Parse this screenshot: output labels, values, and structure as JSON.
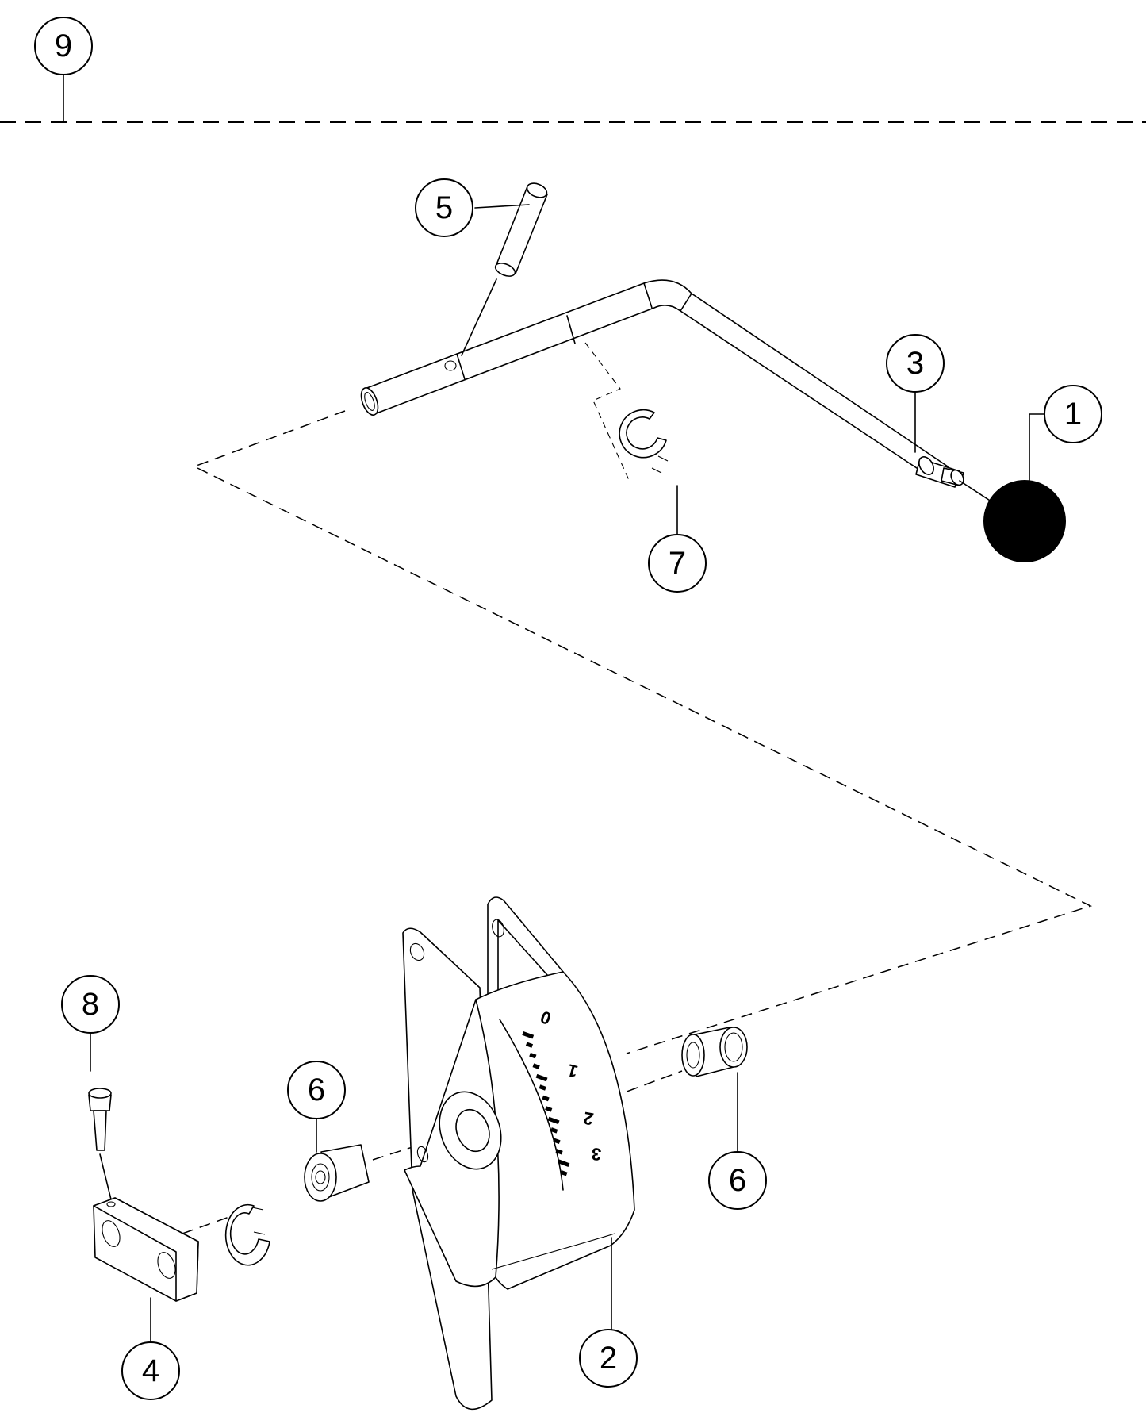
{
  "callouts": {
    "c1": "1",
    "c2": "2",
    "c3": "3",
    "c4": "4",
    "c5": "5",
    "c6a": "6",
    "c6b": "6",
    "c7": "7",
    "c8": "8",
    "c9": "9"
  },
  "dial": {
    "labels": [
      "0",
      "1",
      "2",
      "3"
    ]
  },
  "colors": {
    "line": "#000000",
    "knob": "#000000",
    "background": "#ffffff"
  }
}
